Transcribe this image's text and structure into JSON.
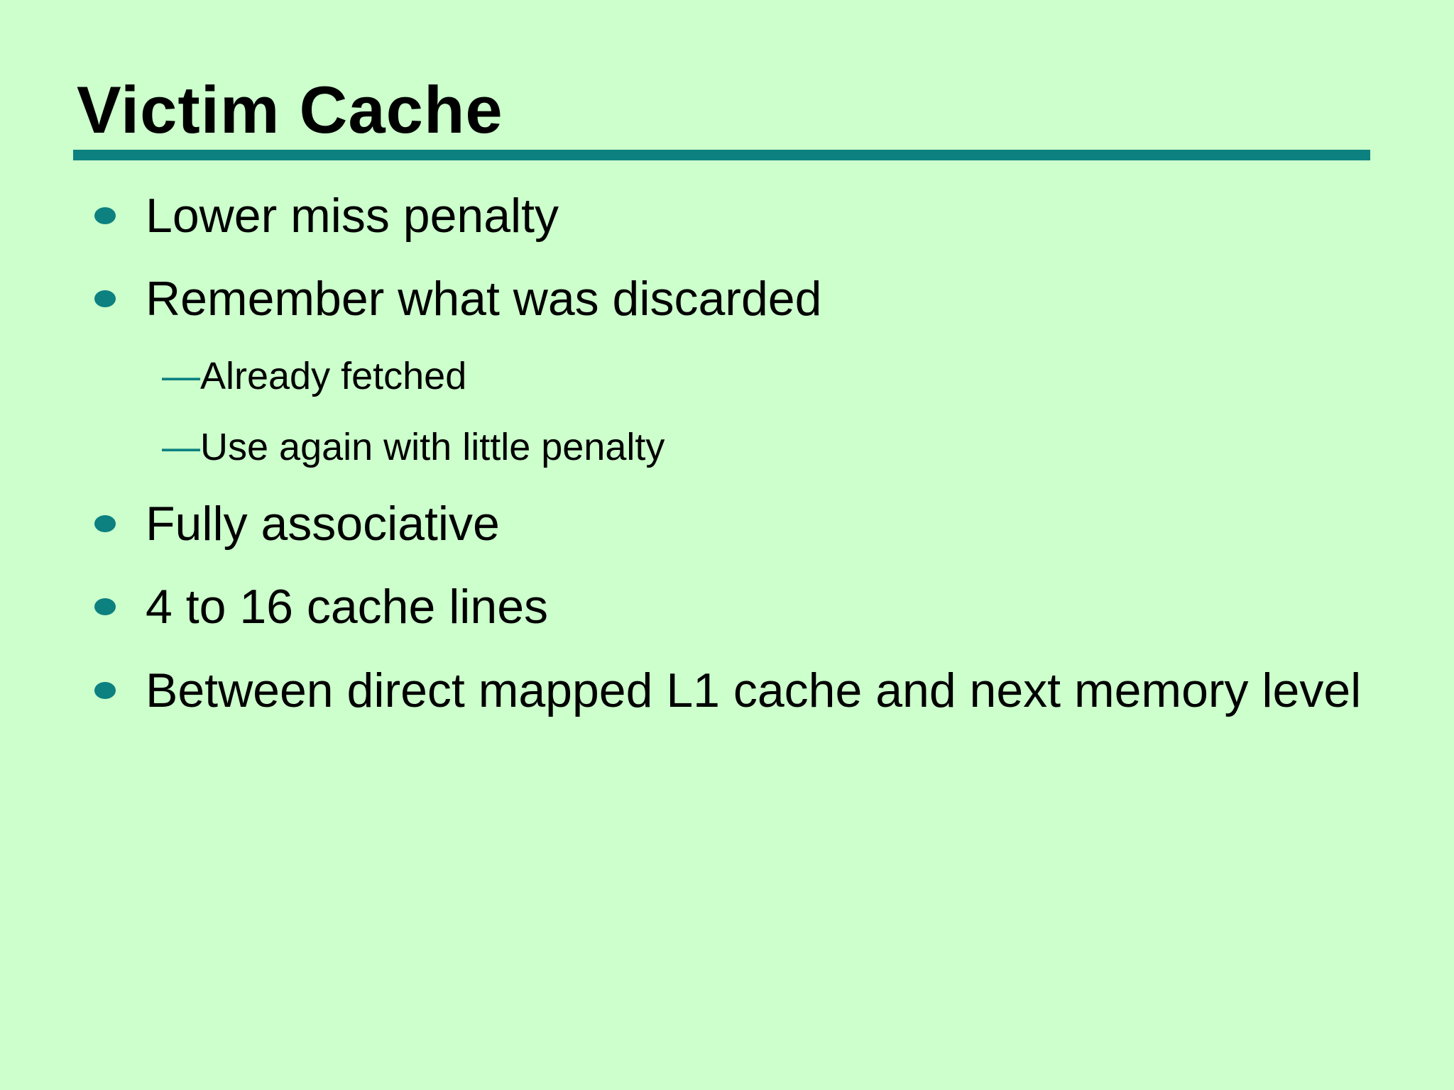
{
  "slide": {
    "title": "Victim Cache",
    "bullets": [
      {
        "level": 1,
        "text": "Lower miss penalty"
      },
      {
        "level": 1,
        "text": "Remember what was discarded"
      },
      {
        "level": 2,
        "text": "Already fetched"
      },
      {
        "level": 2,
        "text": "Use again with little penalty"
      },
      {
        "level": 1,
        "text": "Fully associative"
      },
      {
        "level": 1,
        "text": "4 to 16 cache lines"
      },
      {
        "level": 1,
        "text": "Between direct mapped L1 cache and next memory level"
      }
    ],
    "sub_bullet_prefix": "—",
    "colors": {
      "background": "#ccffcc",
      "accent_teal": "#0d8080",
      "text": "#000000"
    }
  }
}
